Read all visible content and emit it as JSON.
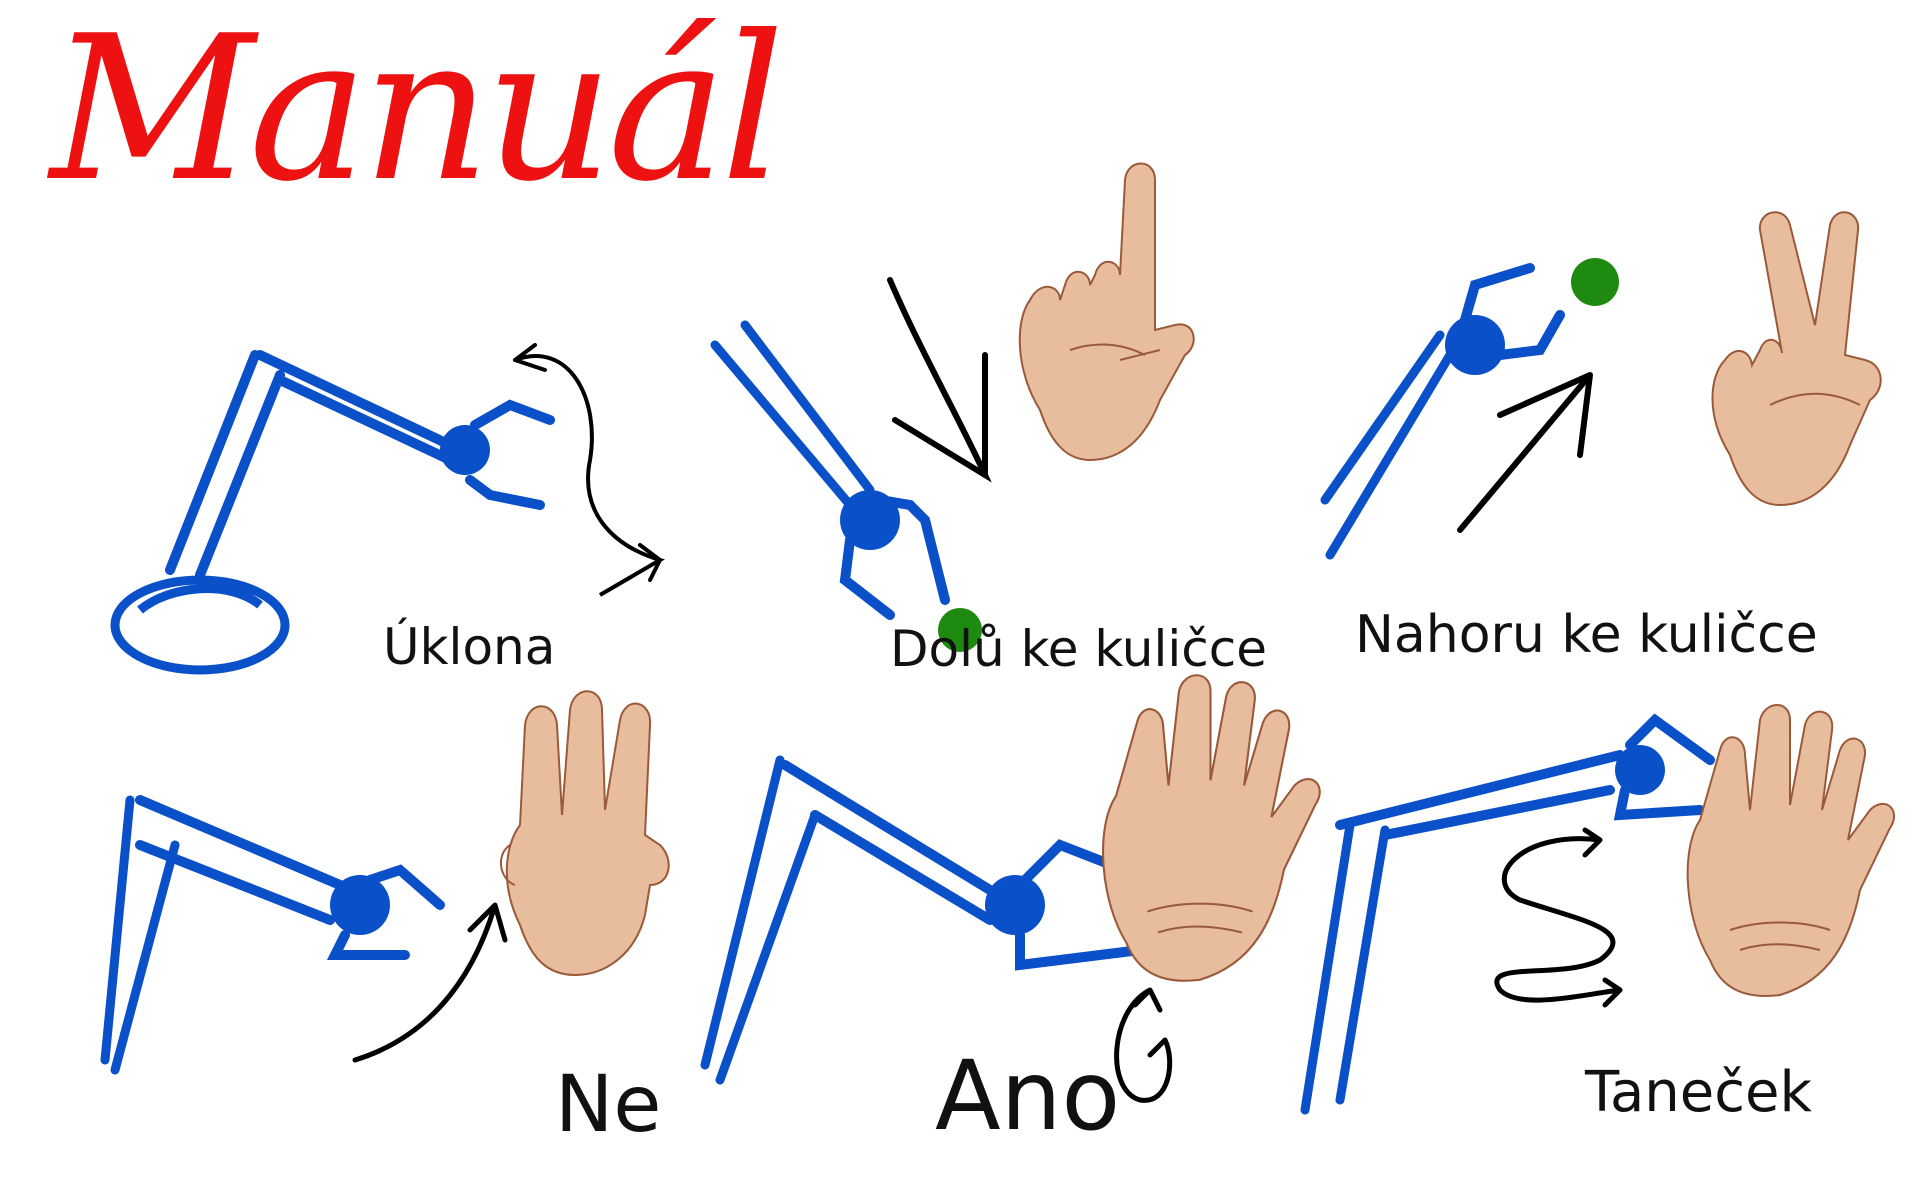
{
  "title": "Manuál",
  "gestures": [
    {
      "label": "Úklona"
    },
    {
      "label": "Dolů ke kuličce"
    },
    {
      "label": "Nahoru ke kuličce"
    },
    {
      "label": "Ne"
    },
    {
      "label": "Ano"
    },
    {
      "label": "Taneček"
    }
  ],
  "colors": {
    "title": "#ee1111",
    "arm": "#0a50c8",
    "ball": "#1e8a10",
    "hand_fill": "#e8bd9e",
    "hand_line": "#9a5a3a",
    "arrow": "#000000"
  }
}
